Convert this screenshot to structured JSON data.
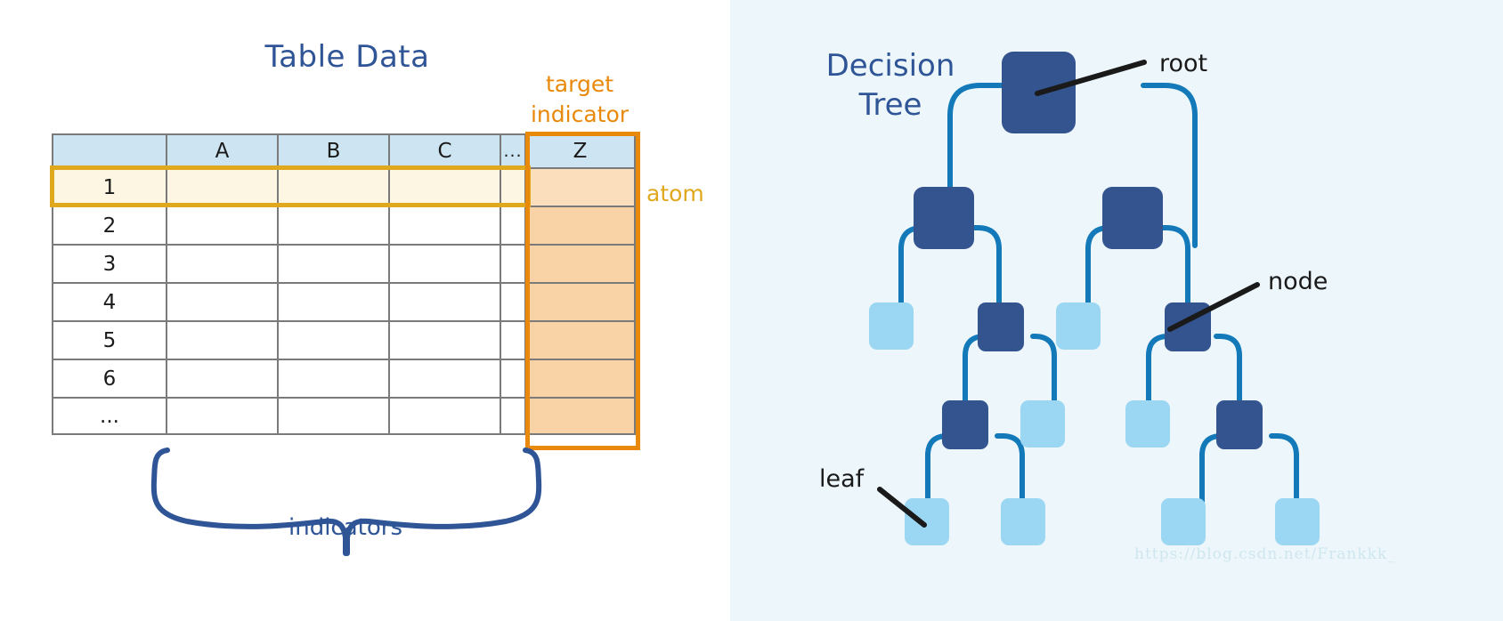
{
  "left": {
    "title": "Table Data",
    "target_indicator_label": "target\nindicator",
    "target_indicator_line1": "target",
    "target_indicator_line2": "indicator",
    "atom_label": "atom",
    "indicators_label": "indicators",
    "table": {
      "columns": [
        "",
        "A",
        "B",
        "C",
        "...",
        "Z"
      ],
      "rows": [
        {
          "index": "1",
          "cells": [
            "",
            "",
            "",
            "",
            ""
          ],
          "highlighted": true
        },
        {
          "index": "2",
          "cells": [
            "",
            "",
            "",
            "",
            ""
          ],
          "highlighted": false
        },
        {
          "index": "3",
          "cells": [
            "",
            "",
            "",
            "",
            ""
          ],
          "highlighted": false
        },
        {
          "index": "4",
          "cells": [
            "",
            "",
            "",
            "",
            ""
          ],
          "highlighted": false
        },
        {
          "index": "5",
          "cells": [
            "",
            "",
            "",
            "",
            ""
          ],
          "highlighted": false
        },
        {
          "index": "6",
          "cells": [
            "",
            "",
            "",
            "",
            ""
          ],
          "highlighted": false
        },
        {
          "index": "...",
          "cells": [
            "",
            "",
            "",
            "",
            ""
          ],
          "highlighted": false
        }
      ]
    }
  },
  "right": {
    "title_line1": "Decision",
    "title_line2": "Tree",
    "labels": {
      "root": "root",
      "node": "node",
      "leaf": "leaf"
    }
  },
  "watermark": "https://blog.csdn.net/Frankkk_",
  "colors": {
    "title_blue": "#2F5597",
    "header_fill": "#CDE4F2",
    "grid_gray": "#7A7A7A",
    "atom_gold": "#E0A81C",
    "atom_row_fill": "#FDF6E3",
    "target_orange": "#E8890C",
    "target_col_fill": "#F9D3A6",
    "panel_bg": "#EDF7FB",
    "node_dark": "#34548F",
    "leaf_light": "#9BD7F3",
    "edge_blue": "#1379B8",
    "callout_black": "#1A1A1A",
    "watermark_gray": "#CFE6EF"
  }
}
